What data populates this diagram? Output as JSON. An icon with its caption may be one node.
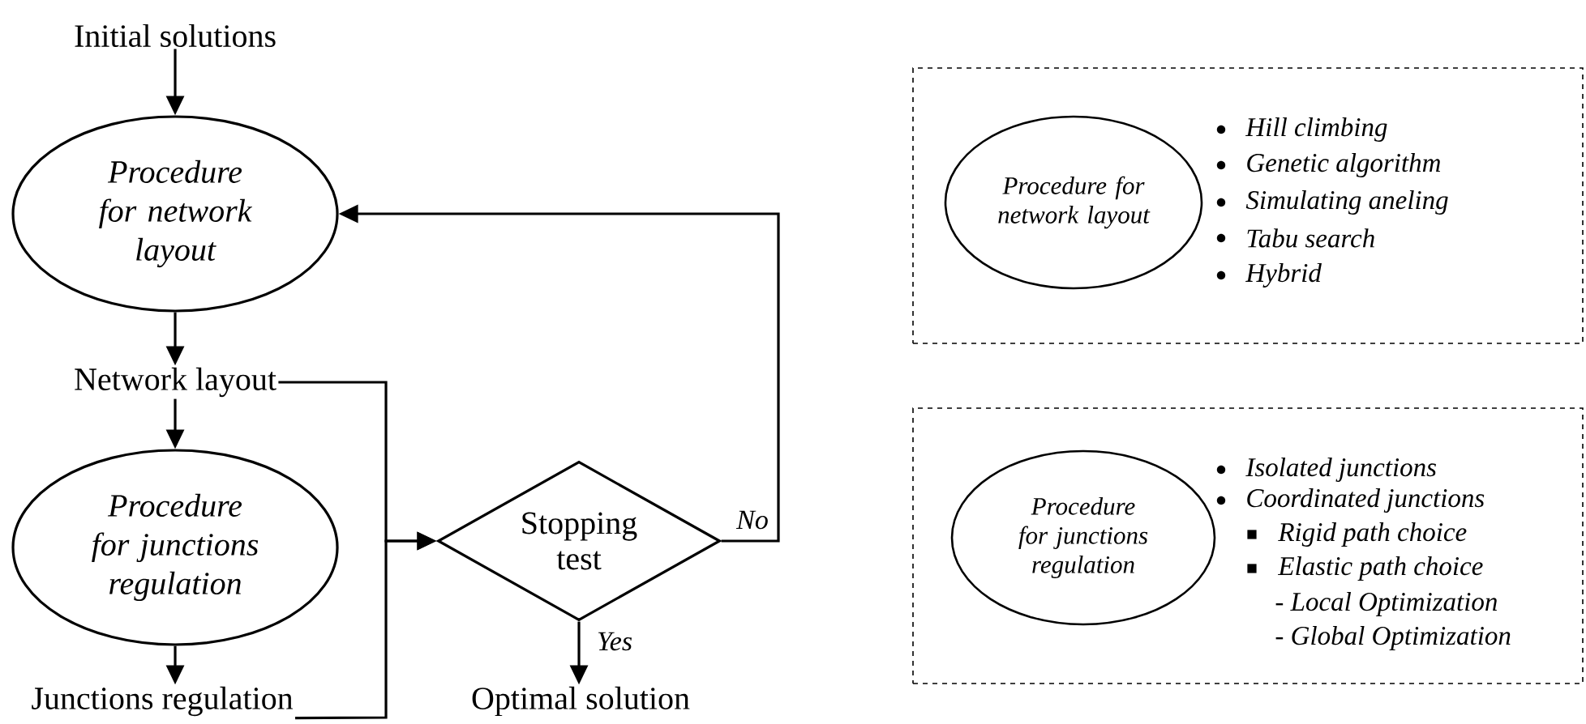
{
  "diagram": {
    "nodes": [
      {
        "text": [
          "Initial solutions"
        ]
      },
      {
        "text": [
          "Procedure for network layout"
        ]
      },
      {
        "text": [
          "Network layout"
        ]
      },
      {
        "text": [
          "Procedure for junctions regulation"
        ]
      },
      {
        "text": [
          "Junctions regulation"
        ]
      },
      {
        "text": [
          "Stopping test"
        ]
      },
      {
        "text": [
          "Optimal solution"
        ]
      },
      {
        "text": [
          "Hill climbing",
          "Genetic algorithm",
          "Simulating aneling",
          "Tabu search",
          "Hybrid"
        ]
      },
      {
        "text": [
          "Procedure for network layout"
        ],
        "in": 7
      },
      {
        "text": [
          "Isolated junctions",
          "Coordinated junctions",
          "Rigid path choice",
          "Elastic path choice",
          "- Local Optimization",
          "- Global Optimization"
        ]
      },
      {
        "text": [
          "Procedure for junctions regulation"
        ],
        "in": 9
      }
    ],
    "edges": [
      {
        "from": 0,
        "to": 1,
        "arrow": "to"
      },
      {
        "from": 1,
        "to": 2,
        "arrow": "to"
      },
      {
        "from": 2,
        "to": 3,
        "arrow": "to"
      },
      {
        "from": 3,
        "to": 4,
        "arrow": "to"
      },
      {
        "from": 2,
        "to": 5,
        "arrow": "to"
      },
      {
        "from": 4,
        "to": 5,
        "arrow": "to"
      },
      {
        "from": 5,
        "to": 6,
        "arrow": "to",
        "label": "Yes"
      },
      {
        "from": 5,
        "to": 1,
        "arrow": "to",
        "label": "No"
      }
    ]
  }
}
